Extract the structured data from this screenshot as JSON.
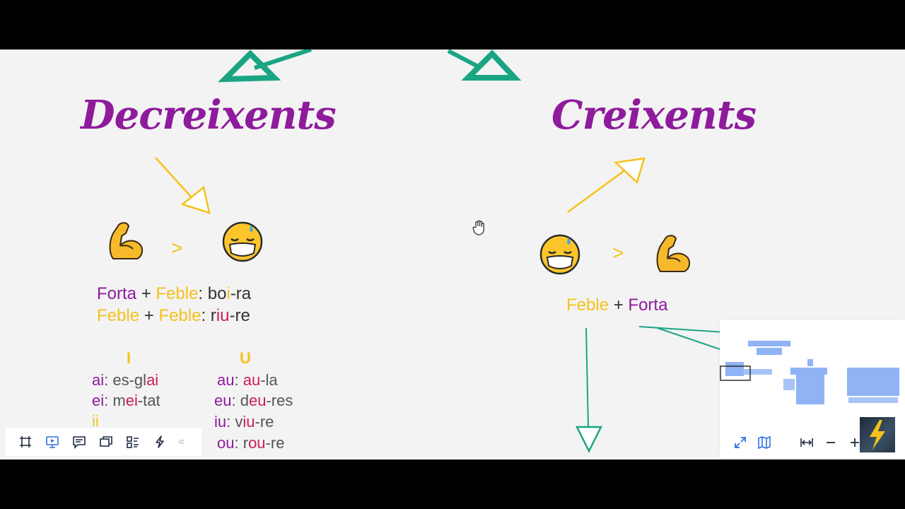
{
  "left_panel": {
    "title": "Decreixents",
    "rule1": {
      "a": "Forta",
      "plus": "+",
      "b": "Feble",
      "colon": ":",
      "ex_pre": "bo",
      "ex_hl": "i",
      "ex_post": "-ra"
    },
    "rule2": {
      "a": "Feble",
      "plus": "+",
      "b": "Feble",
      "colon": ":",
      "ex_pre": "r",
      "ex_hl": "iu",
      "ex_post": "-re"
    },
    "col_i": {
      "header": "I",
      "items": [
        {
          "key": "ai",
          "colon": ":",
          "pre": "es-gl",
          "hl": "ai",
          "post": ""
        },
        {
          "key": "ei",
          "colon": ":",
          "pre": "m",
          "hl": "ei",
          "post": "-tat"
        },
        {
          "key": "ii",
          "colon": "",
          "pre": "",
          "hl": "",
          "post": ""
        }
      ]
    },
    "col_u": {
      "header": "U",
      "items": [
        {
          "key": "au",
          "colon": ":",
          "pre": "",
          "hl": "au",
          "post": "-la"
        },
        {
          "key": "eu",
          "colon": ":",
          "pre": "d",
          "hl": "eu",
          "post": "-res"
        },
        {
          "key": "iu",
          "colon": ":",
          "pre": "v",
          "hl": "iu",
          "post": "-re"
        },
        {
          "key": "ou",
          "colon": ":",
          "pre": "r",
          "hl": "ou",
          "post": "-re"
        }
      ]
    },
    "gt": ">"
  },
  "right_panel": {
    "title": "Creixents",
    "rule": {
      "a": "Feble",
      "plus": "+",
      "b": "Forta"
    },
    "gt": ">"
  },
  "colors": {
    "strong": "#8e1b9c",
    "weak": "#f4c21b",
    "accent_red": "#cc1d5b",
    "arrow_green": "#1aa584",
    "canvas_bg": "#f3f3f3",
    "toolbar_icon": "#1f2a44",
    "toolbar_active": "#2f6fe0"
  },
  "toolbar": {
    "icons": [
      "frame-icon",
      "present-icon",
      "comments-icon",
      "cards-icon",
      "layout-icon",
      "bolt-icon"
    ],
    "collapse": "«"
  },
  "minimap": {
    "controls": [
      "fullscreen-icon",
      "map-icon",
      "fit-width-icon",
      "zoom-out-icon",
      "zoom-in-icon"
    ]
  }
}
